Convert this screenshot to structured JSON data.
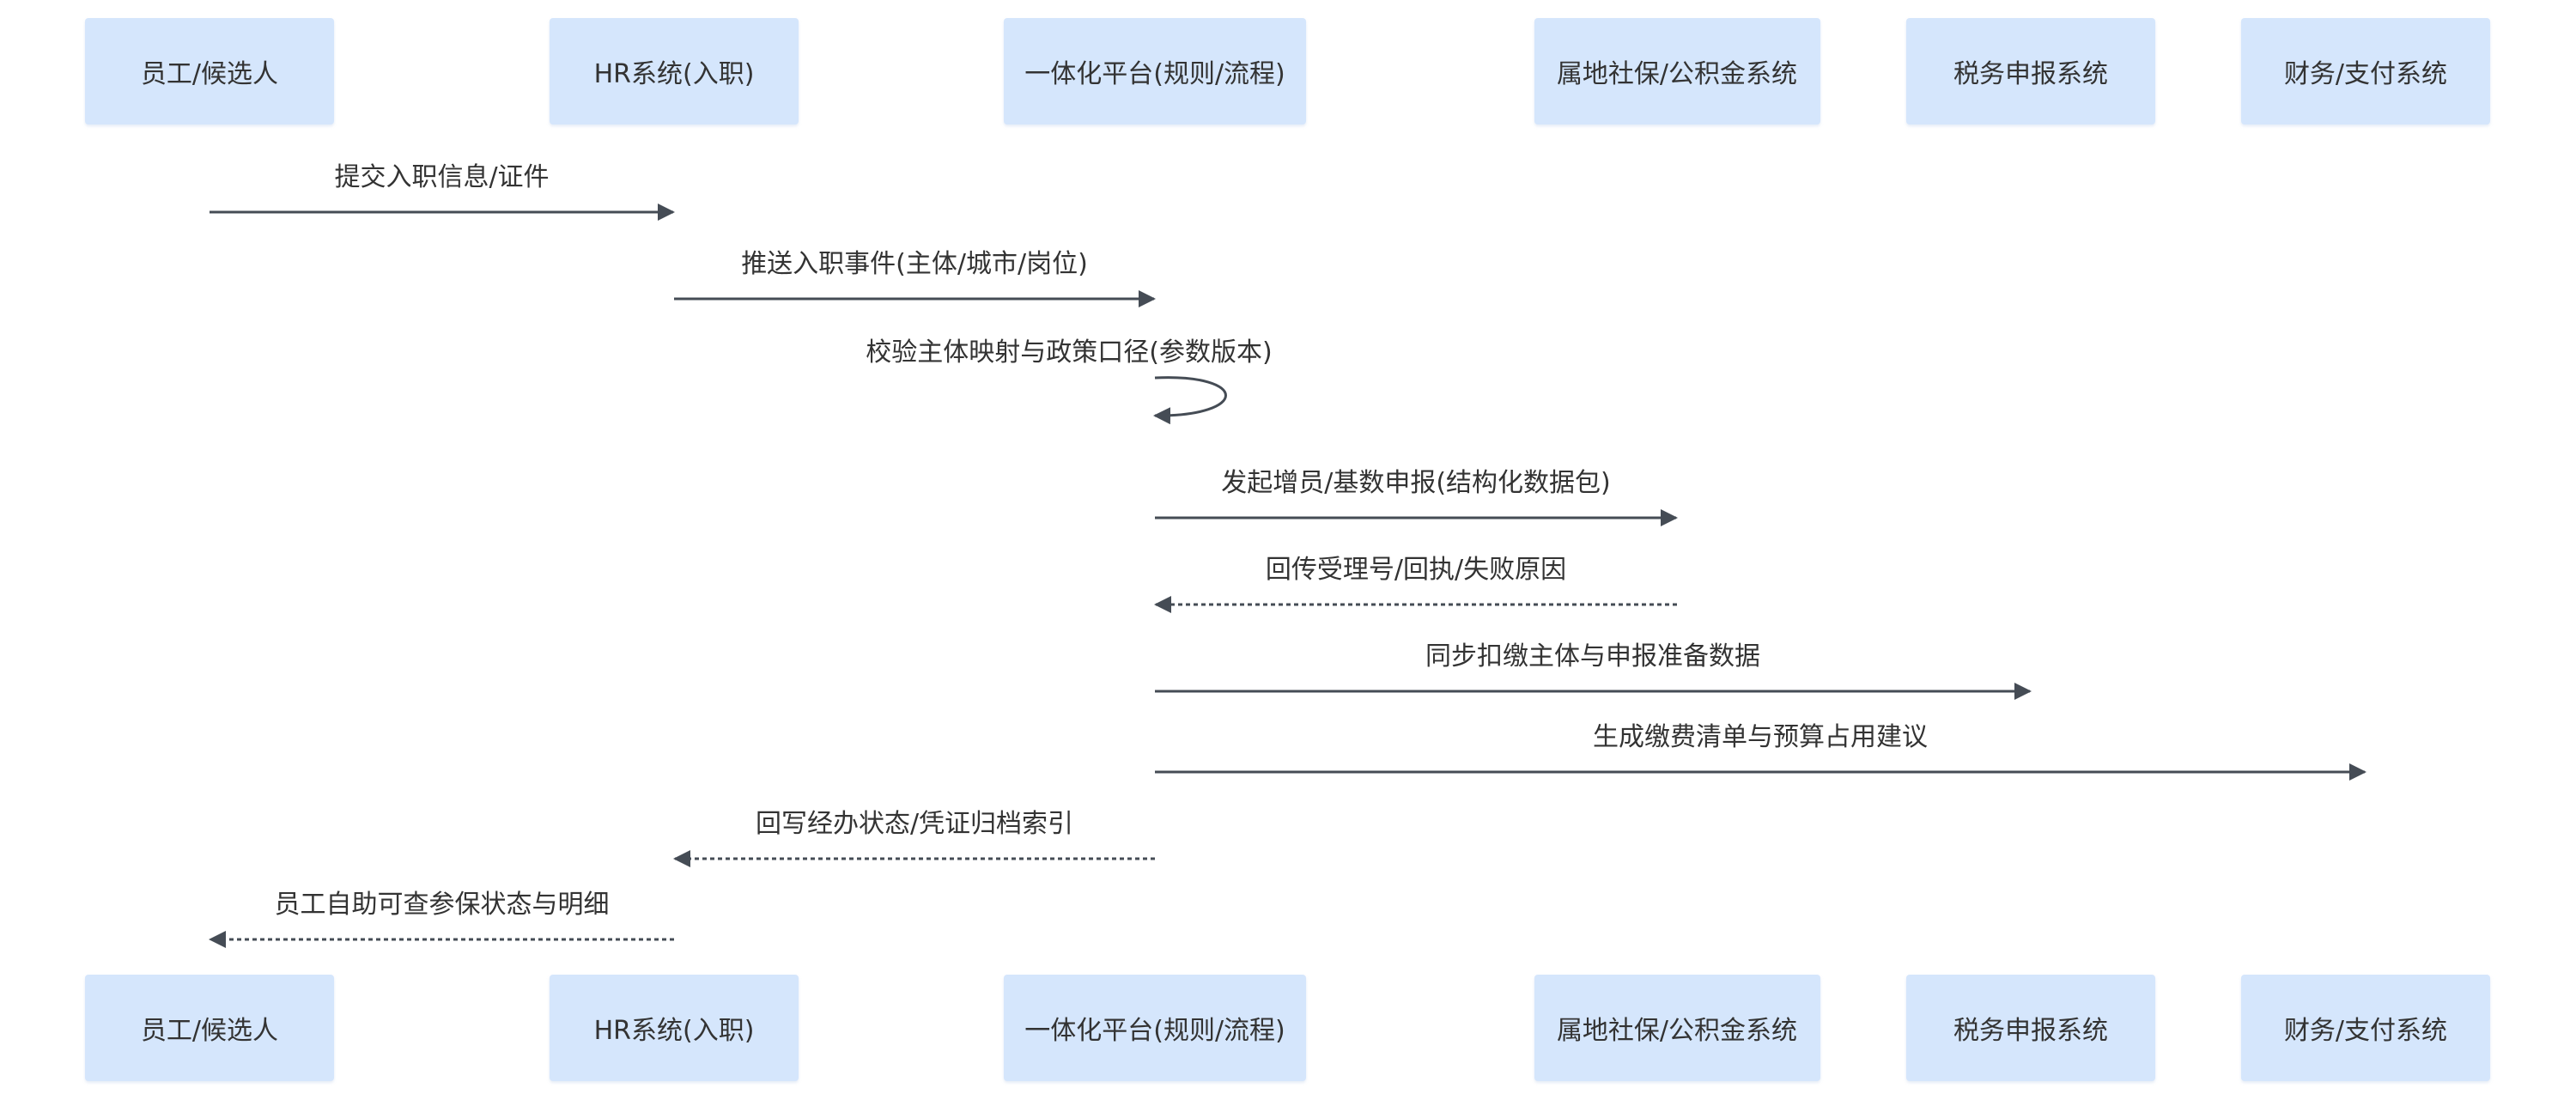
{
  "participants": [
    {
      "id": "employee",
      "label": "员工/候选人"
    },
    {
      "id": "hr",
      "label": "HR系统(入职)"
    },
    {
      "id": "platform",
      "label": "一体化平台(规则/流程)"
    },
    {
      "id": "social",
      "label": "属地社保/公积金系统"
    },
    {
      "id": "tax",
      "label": "税务申报系统"
    },
    {
      "id": "finance",
      "label": "财务/支付系统"
    }
  ],
  "messages": [
    {
      "from": "employee",
      "to": "hr",
      "label": "提交入职信息/证件",
      "style": "solid"
    },
    {
      "from": "hr",
      "to": "platform",
      "label": "推送入职事件(主体/城市/岗位)",
      "style": "solid"
    },
    {
      "from": "platform",
      "to": "platform",
      "label": "校验主体映射与政策口径(参数版本)",
      "style": "self"
    },
    {
      "from": "platform",
      "to": "social",
      "label": "发起增员/基数申报(结构化数据包)",
      "style": "solid"
    },
    {
      "from": "social",
      "to": "platform",
      "label": "回传受理号/回执/失败原因",
      "style": "dashed"
    },
    {
      "from": "platform",
      "to": "tax",
      "label": "同步扣缴主体与申报准备数据",
      "style": "solid"
    },
    {
      "from": "platform",
      "to": "finance",
      "label": "生成缴费清单与预算占用建议",
      "style": "solid"
    },
    {
      "from": "platform",
      "to": "hr",
      "label": "回写经办状态/凭证归档索引",
      "style": "dashed"
    },
    {
      "from": "hr",
      "to": "employee",
      "label": "员工自助可查参保状态与明细",
      "style": "dashed"
    }
  ],
  "colors": {
    "actor_fill": "#d5e6fc",
    "line": "#454c55",
    "text": "#333333"
  }
}
